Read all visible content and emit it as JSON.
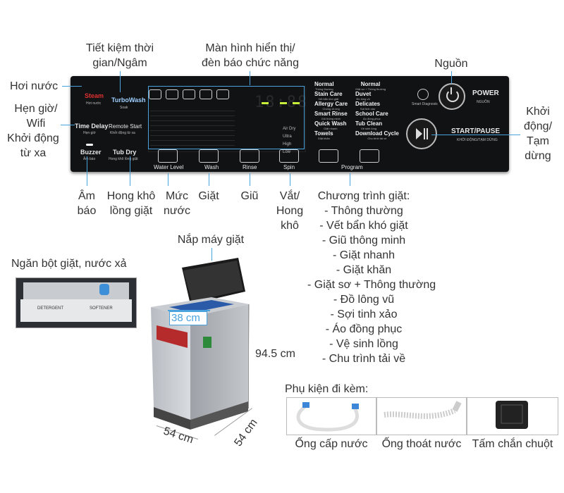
{
  "labels": {
    "display": [
      "Màn hình hiển thị/",
      "đèn báo chức năng"
    ],
    "time_saving": [
      "Tiết kiệm thời",
      "gian/Ngâm"
    ],
    "power_label": "Nguồn",
    "steam": "Hơi nước",
    "timer": [
      "Hẹn giờ/",
      "Wifi"
    ],
    "remote_start": [
      "Khởi động",
      "từ xa"
    ],
    "start_pause": [
      "Khởi",
      "động/",
      "Tạm",
      "dừng"
    ],
    "buzzer": [
      "Âm",
      "báo"
    ],
    "tub_dry": [
      "Hong khô",
      "lồng giặt"
    ],
    "water_level": [
      "Mức",
      "nước"
    ],
    "wash": "Giặt",
    "rinse": "Giũ",
    "spin": [
      "Vắt/",
      "Hong",
      "khô"
    ],
    "programs_title": "Chương trình giặt:",
    "programs": [
      "- Thông thường",
      "- Vết bẩn khó giặt",
      "- Giũ thông minh",
      "- Giặt nhanh",
      "- Giặt khăn",
      "- Giặt sơ + Thông thường",
      "- Đồ lông vũ",
      "- Sợi tinh xảo",
      "- Áo đồng phục",
      "- Vệ sinh lồng",
      "- Chu trình tải về"
    ],
    "lid": "Nắp máy giặt",
    "drawer": "Ngăn bột giặt, nước xả",
    "accessories_title": "Phụ kiện đi kèm:",
    "accessories": [
      "Ống cấp nước",
      "Ống thoát nước",
      "Tấm chắn chuột"
    ]
  },
  "dimensions": {
    "depth": "38 cm",
    "height": "94.5 cm",
    "width": "54 cm",
    "length": "54 cm"
  },
  "panel": {
    "steam": "Steam",
    "steam_sub": "Hơi nước",
    "turbo": "TurboWash",
    "turbo_sub": "Soak",
    "time_delay": "Time Delay",
    "time_delay_sub": "Hẹn giờ",
    "remote": "Remote Start",
    "remote_sub": "Khởi động từ xa",
    "buzzer": "Buzzer",
    "buzzer_sub": "Âm báo",
    "tubdry": "Tub Dry",
    "tubdry_sub": "Hong khô lồng giặt",
    "display_digits": "18:88",
    "water_level": "Water Level",
    "wash": "Wash",
    "rinse": "Rinse",
    "spin": "Spin",
    "program": "Program",
    "programs_left": [
      {
        "name": "Normal",
        "sub": "Thông thường"
      },
      {
        "name": "Stain Care",
        "sub": "Vết bẩn khó giặt"
      },
      {
        "name": "Allergy Care",
        "sub": "Chống dị ứng"
      },
      {
        "name": "Smart Rinse",
        "sub": "Giũ thông minh"
      },
      {
        "name": "Quick Wash",
        "sub": "Giặt nhanh"
      },
      {
        "name": "Towels",
        "sub": "Giặt khăn"
      }
    ],
    "programs_right": [
      {
        "name": "Normal",
        "sub": "Giặt sơ + Thông thường"
      },
      {
        "name": "Duvet",
        "sub": "Đồ lông vũ"
      },
      {
        "name": "Delicates",
        "sub": "Sợi tinh xảo"
      },
      {
        "name": "School Care",
        "sub": "Áo đồng phục"
      },
      {
        "name": "Tub Clean",
        "sub": "Vệ sinh lồng"
      },
      {
        "name": "Download Cycle",
        "sub": "Chu trình tải về"
      }
    ],
    "smart_diag": "Smart Diagnosis",
    "power": "POWER",
    "power_sub": "NGUỒN",
    "start": "START/PAUSE",
    "start_sub": "KHỞI ĐỘNG/TẠM DỪNG",
    "air_dry": "Air Dry",
    "ultra": "Ultra",
    "high": "High",
    "low": "Low"
  },
  "drawer_panel": {
    "detergent": "DETERGENT",
    "softener": "SOFTENER"
  },
  "colors": {
    "accent_line": "#4aa3df",
    "panel": "#111214",
    "steam_red": "#e03030"
  }
}
